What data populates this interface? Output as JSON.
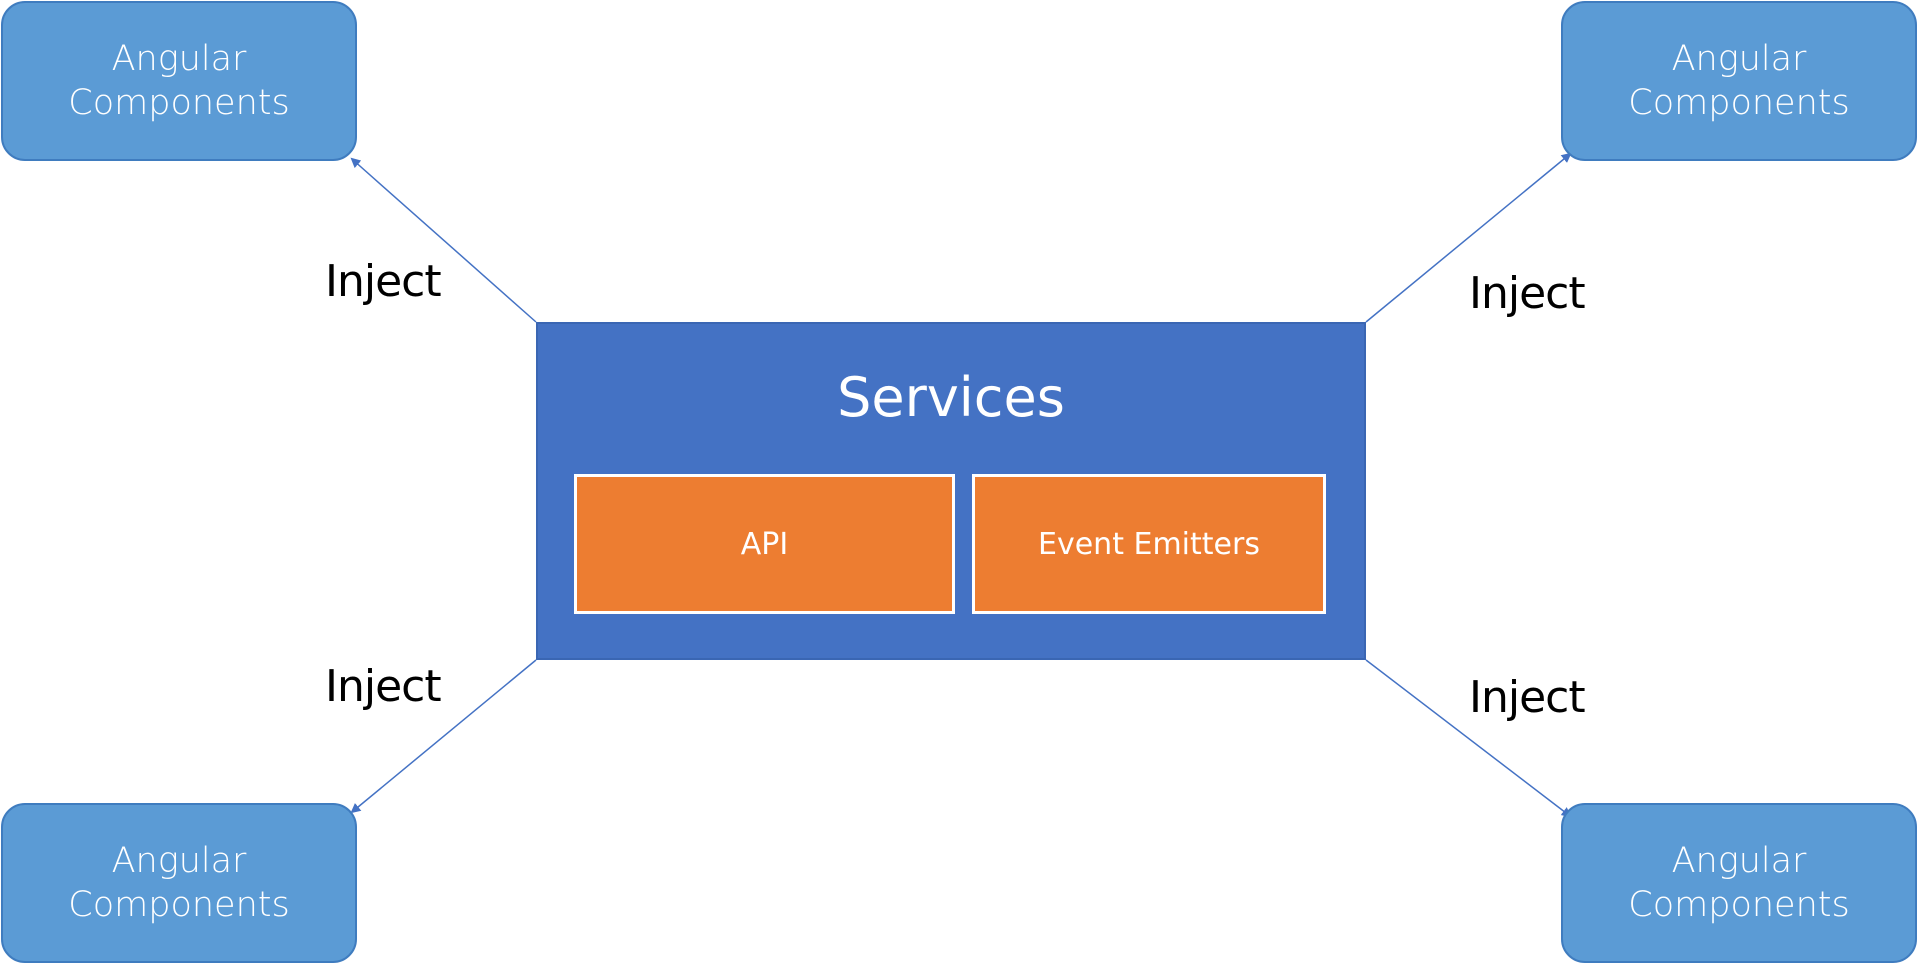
{
  "colors": {
    "component_fill": "#5b9bd5",
    "component_border": "#3f7cbf",
    "services_fill": "#4472c4",
    "subcomponent_fill": "#ed7d31",
    "connector_line": "#4472c4",
    "label_text": "#000000"
  },
  "services": {
    "title": "Services",
    "items": [
      {
        "label": "API"
      },
      {
        "label": "Event Emitters"
      }
    ]
  },
  "components": [
    {
      "label": "Angular\nComponents"
    },
    {
      "label": "Angular\nComponents"
    },
    {
      "label": "Angular\nComponents"
    },
    {
      "label": "Angular\nComponents"
    }
  ],
  "connectors": [
    {
      "label": "Inject"
    },
    {
      "label": "Inject"
    },
    {
      "label": "Inject"
    },
    {
      "label": "Inject"
    }
  ]
}
